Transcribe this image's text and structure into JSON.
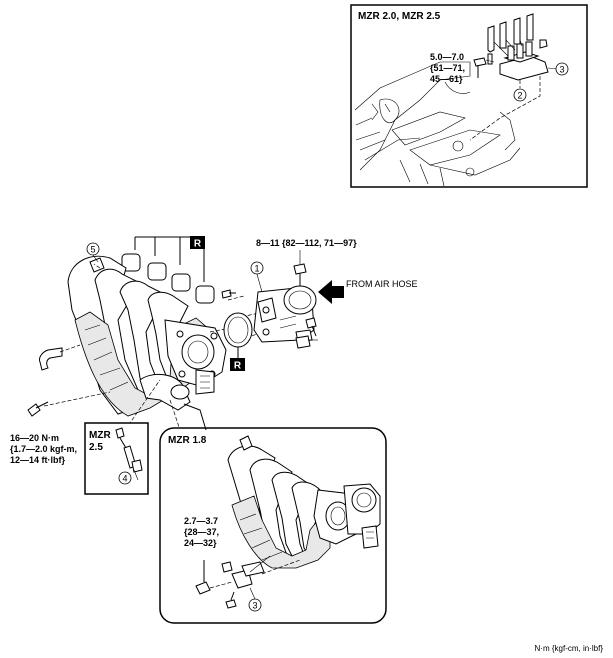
{
  "inset_top": {
    "title": "MZR 2.0, MZR 2.5",
    "torque_1": "5.0—7.0",
    "torque_2": "{51—71,",
    "torque_3": "45—61}"
  },
  "inset_mzr25": {
    "title_1": "MZR",
    "title_2": "2.5"
  },
  "inset_mzr18": {
    "title": "MZR 1.8",
    "torque_1": "2.7—3.7",
    "torque_2": "{28—37,",
    "torque_3": "24—32}"
  },
  "main": {
    "torque_throttle": "8—11 {82—112, 71—97}",
    "from_air_hose": "FROM AIR HOSE",
    "torque_manifold_1": "16—20 N·m",
    "torque_manifold_2": "{1.7—2.0 kgf-m,",
    "torque_manifold_3": "12—14 ft·lbf}",
    "replace_mark": "R"
  },
  "callouts": {
    "c1": "1",
    "c2": "2",
    "c3": "3",
    "c4": "4",
    "c5": "5"
  },
  "units": "N·m {kgf-cm, in·lbf}"
}
